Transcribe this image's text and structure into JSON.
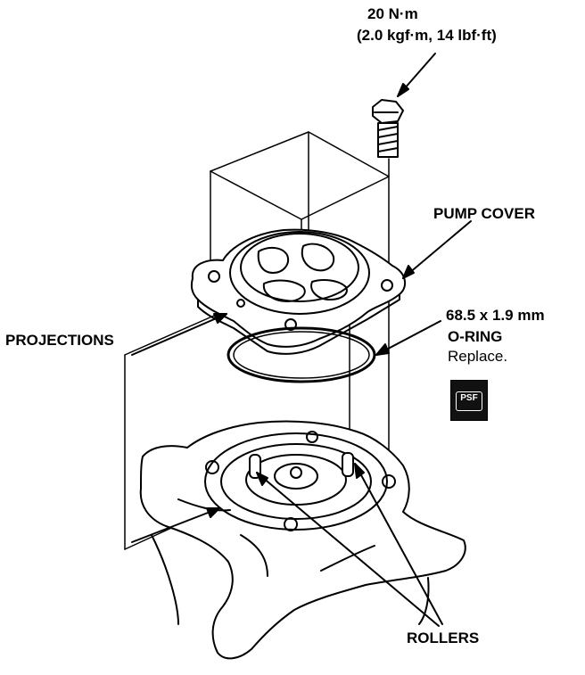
{
  "labels": {
    "torque_line1": "20 N·m",
    "torque_line2": "(2.0 kgf·m, 14 lbf·ft)",
    "pump_cover": "PUMP COVER",
    "oring_size": "68.5 x 1.9 mm",
    "oring_name": "O-RING",
    "replace": "Replace.",
    "projections": "PROJECTIONS",
    "rollers": "ROLLERS"
  },
  "badge": {
    "text": "PSF"
  },
  "colors": {
    "ink": "#000000",
    "paper": "#ffffff"
  }
}
